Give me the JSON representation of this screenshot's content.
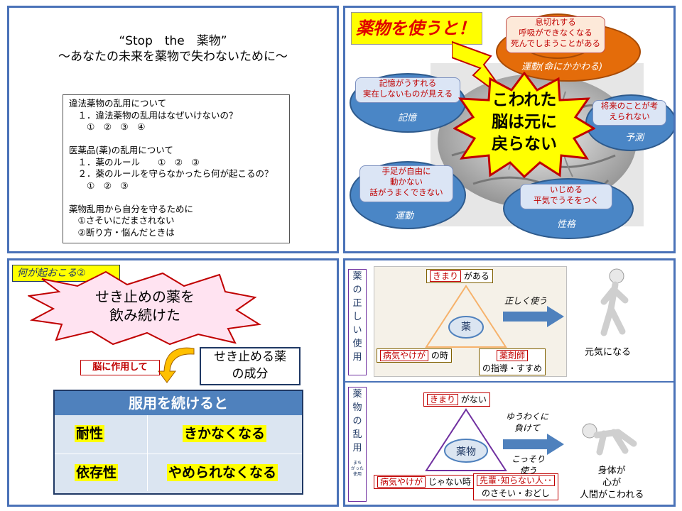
{
  "slide1": {
    "title": "“Stop　the　薬物”",
    "subtitle": "～あなたの未来を薬物で失わないために～",
    "lines": [
      "違法薬物の乱用について",
      "　１．違法薬物の乱用はなぜいけないの？",
      "　　①　②　③　④",
      "",
      "医薬品(薬)の乱用について",
      "　１．薬のルール　　①　②　③",
      "　２．薬のルールを守らなかったら何が起こるの？",
      "　　①　②　③",
      "",
      "薬物乱用から自分を守るために",
      "　①さそいにだまされない",
      "　②断り方・悩んだときは"
    ]
  },
  "slide2": {
    "heading": "薬物を使うと！",
    "center": [
      "こわれた",
      "脳は元に",
      "戻らない"
    ],
    "top": {
      "text": [
        "息切れする",
        "呼吸ができなくなる",
        "死んでしまうことがある"
      ],
      "label": "運動(命にかかわる)"
    },
    "memory": {
      "text": [
        "記憶がうすれる",
        "実在しないものが見える"
      ],
      "label": "記憶"
    },
    "predict": {
      "text": [
        "将来のことが考",
        "えられない"
      ],
      "label": "予測"
    },
    "motor": {
      "text": [
        "手足が自由に",
        "動かない",
        "話がうまくできない"
      ],
      "label": "運動"
    },
    "personality": {
      "text": [
        "いじめる",
        "平気でうそをつく"
      ],
      "label": "性格"
    },
    "colors": {
      "cloud": "#4a86c6",
      "orange": "#e46c0a",
      "star": "#ffff00"
    }
  },
  "slide3": {
    "heading": "何が起おこる②",
    "burst": [
      "せき止めの薬を",
      "飲み続けた"
    ],
    "brain_label": "脳に作用して",
    "ingredient": [
      "せき止める薬",
      "の成分"
    ],
    "table_header": "服用を続けると",
    "rows": [
      {
        "left": "耐性",
        "right": "きかなくなる"
      },
      {
        "left": "依存性",
        "right": "やめられなくなる"
      }
    ]
  },
  "slide4": {
    "correct": {
      "side": [
        "薬",
        "の",
        "正",
        "し",
        "い",
        "使",
        "用"
      ],
      "rule_tag": "きまり",
      "rule_suffix": "がある",
      "center": "薬",
      "arrow_label": "正しく使う",
      "result": "元気になる",
      "sick_tag": "病気やけが",
      "sick_suffix": "の時",
      "pharm_tag": "薬剤師",
      "pharm_suffix": "の指導・すすめ"
    },
    "misuse": {
      "side": [
        "薬",
        "物",
        "の",
        "乱",
        "用"
      ],
      "side_small": [
        "まち",
        "がった",
        "使用"
      ],
      "rule_tag": "きまり",
      "rule_suffix": "がない",
      "center": "薬物",
      "arrow_label1": [
        "ゆうわくに",
        "負けて"
      ],
      "arrow_label2": [
        "こっそり",
        "使う"
      ],
      "result": [
        "身体が",
        "心が",
        "人間がこわれる"
      ],
      "sick_tag": "病気やけが",
      "sick_suffix": "じゃない時",
      "senior_tag": "先輩･知らない人･･",
      "senior_suffix": "のさそい・おどし"
    }
  }
}
